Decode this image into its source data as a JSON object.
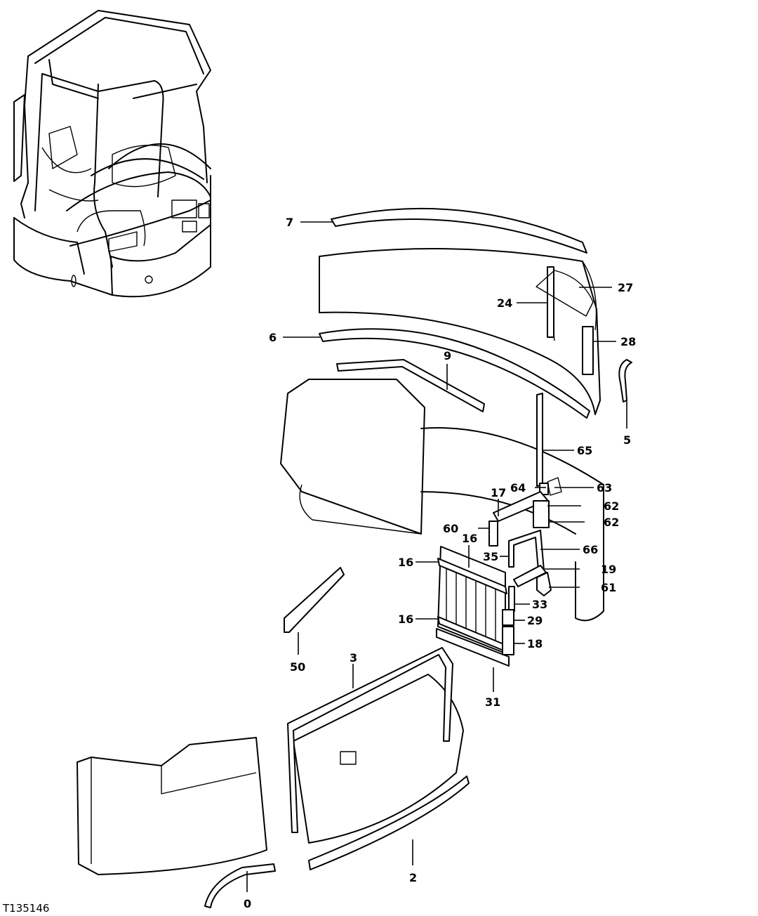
{
  "figure_code": "T135146",
  "callouts": [
    {
      "id": "c7",
      "label": "7"
    },
    {
      "id": "c27",
      "label": "27"
    },
    {
      "id": "c24",
      "label": "24"
    },
    {
      "id": "c6",
      "label": "6"
    },
    {
      "id": "c28",
      "label": "28"
    },
    {
      "id": "c9",
      "label": "9"
    },
    {
      "id": "c5",
      "label": "5"
    },
    {
      "id": "c65",
      "label": "65"
    },
    {
      "id": "c64",
      "label": "64"
    },
    {
      "id": "c63",
      "label": "63"
    },
    {
      "id": "c17",
      "label": "17"
    },
    {
      "id": "c62a",
      "label": "62"
    },
    {
      "id": "c62b",
      "label": "62"
    },
    {
      "id": "c60",
      "label": "60"
    },
    {
      "id": "c16a",
      "label": "16"
    },
    {
      "id": "c66",
      "label": "66"
    },
    {
      "id": "c16b",
      "label": "16"
    },
    {
      "id": "c35",
      "label": "35"
    },
    {
      "id": "c19",
      "label": "19"
    },
    {
      "id": "c61",
      "label": "61"
    },
    {
      "id": "c33",
      "label": "33"
    },
    {
      "id": "c16c",
      "label": "16"
    },
    {
      "id": "c29",
      "label": "29"
    },
    {
      "id": "c18",
      "label": "18"
    },
    {
      "id": "c50",
      "label": "50"
    },
    {
      "id": "c3",
      "label": "3"
    },
    {
      "id": "c31",
      "label": "31"
    },
    {
      "id": "c2",
      "label": "2"
    },
    {
      "id": "c0",
      "label": "0"
    }
  ]
}
